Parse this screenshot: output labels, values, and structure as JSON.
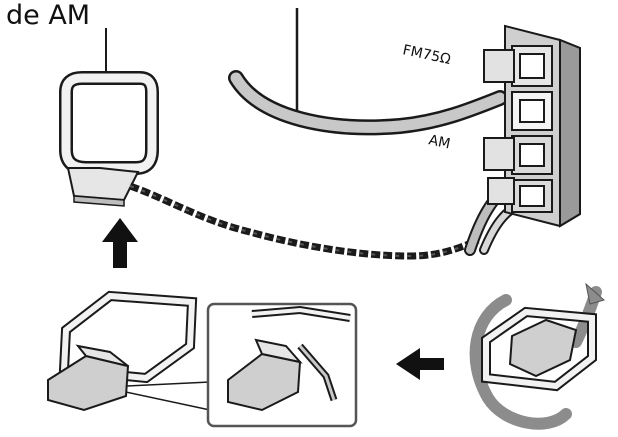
{
  "caption": {
    "text": "de AM"
  },
  "labels": {
    "fm_terminal": "FM75Ω",
    "am_terminal": "AM"
  },
  "icons": {
    "step_arrows": [
      "arrow-up-icon",
      "arrow-left-icon"
    ],
    "rotation": "rotate-arrow-icon"
  },
  "colors": {
    "line": "#1a1a1a",
    "antenna_fill": "#f2f2f2",
    "panel_fill": "#cfcfcf",
    "panel_dark": "#9a9a9a",
    "cable_fill": "#bdbdbd",
    "rotate_arrow": "#8c8c8c"
  }
}
